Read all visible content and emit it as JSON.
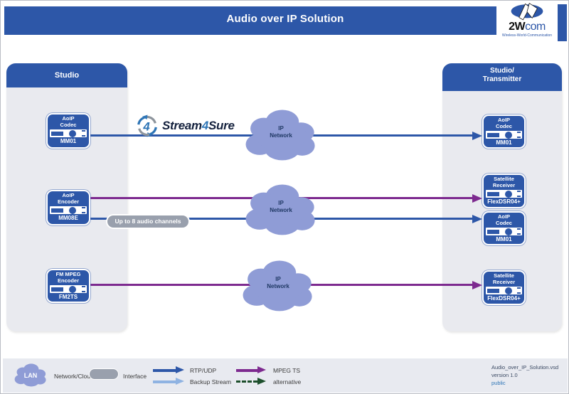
{
  "header": {
    "title": "Audio over IP Solution",
    "logo": {
      "brand_bold": "2W",
      "brand_rest": "com",
      "tagline": "Wireless-World-Communication"
    }
  },
  "stream4sure": {
    "icon_digit": "4",
    "part1": "Stream",
    "part2": "4",
    "part3": "Sure"
  },
  "left_panel": {
    "title": "Studio",
    "devices": [
      {
        "line1": "AoIP",
        "line2": "Codec",
        "model": "MM01"
      },
      {
        "line1": "AoIP",
        "line2": "Encoder",
        "model": "MM08E"
      },
      {
        "line1": "FM MPEG",
        "line2": "Encoder",
        "model": "FM2TS"
      }
    ]
  },
  "right_panel": {
    "title_line1": "Studio/",
    "title_line2": "Transmitter",
    "devices": [
      {
        "line1": "AoIP",
        "line2": "Codec",
        "model": "MM01"
      },
      {
        "line1": "Satellite",
        "line2": "Receiver",
        "model": "FlexDSR04+"
      },
      {
        "line1": "AoIP",
        "line2": "Codec",
        "model": "MM01"
      },
      {
        "line1": "Satellite",
        "line2": "Receiver",
        "model": "FlexDSR04+"
      }
    ]
  },
  "clouds": [
    {
      "line1": "IP",
      "line2": "Network"
    },
    {
      "line1": "IP",
      "line2": "Network"
    },
    {
      "line1": "IP",
      "line2": "Network"
    }
  ],
  "annotations": {
    "audio_channels": "Up to 8 audio channels"
  },
  "legend": {
    "network_cloud": {
      "icon_label": "LAN",
      "label": "Network/Cloud"
    },
    "interface": {
      "label": "Interface"
    },
    "rtp_udp": {
      "label": "RTP/UDP"
    },
    "backup_stream": {
      "label": "Backup Stream"
    },
    "mpeg_ts": {
      "label": "MPEG TS"
    },
    "alternative": {
      "label": "alternative"
    }
  },
  "footer": {
    "filename": "Audio_over_IP_Solution.vsd",
    "version": "version 1.0",
    "visibility": "public"
  },
  "colors": {
    "primary_blue": "#2d57a8",
    "cloud_fill": "#8f9cd6",
    "cloud_text": "#1f3864",
    "rtp_blue": "#2d57a8",
    "backup_blue": "#8fb3e2",
    "mpeg_purple": "#7d2a8f",
    "alternative_green": "#1d4f2c",
    "panel_gray": "#e9eaef",
    "legend_gray": "#e8eaf0",
    "pill_gray": "#99a0ad"
  }
}
